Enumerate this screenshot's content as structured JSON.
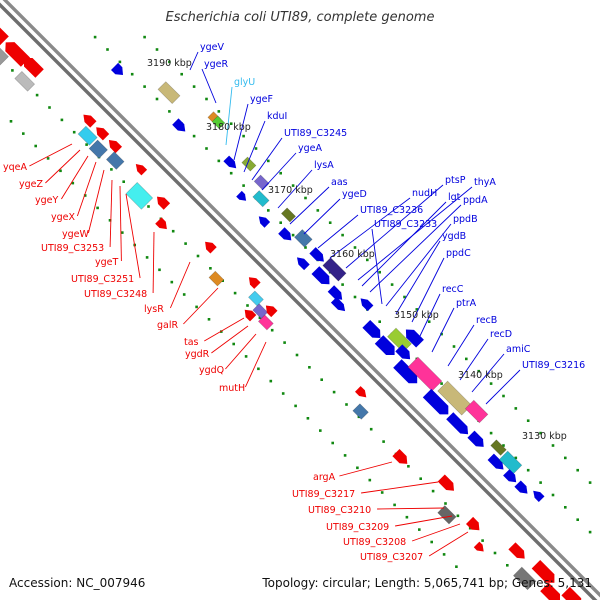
{
  "title": "Escherichia coli UTI89, complete genome",
  "footer": {
    "accession": "Accession: NC_007946",
    "topology": "Topology: circular; Length: 5,065,741 bp; Genes: 5,131"
  },
  "colors": {
    "forward_strand": "#0000dd",
    "reverse_strand": "#ee0000",
    "rna_label": "#33bbee",
    "backbone": "#777777",
    "tick": "#118811"
  },
  "scale_ticks": [
    "3190 kbp",
    "3180 kbp",
    "3170 kbp",
    "3160 kbp",
    "3150 kbp",
    "3140 kbp",
    "3130 kbp"
  ],
  "labels_top": [
    "ygeV",
    "ygeR",
    "glyU",
    "ygeF",
    "kduI",
    "UTI89_C3245",
    "ygeA",
    "lysA",
    "aas",
    "ygeD",
    "UTI89_C3236",
    "nudH",
    "ptsP",
    "thyA",
    "lgt",
    "ppdA",
    "UTI89_C3233",
    "ppdB",
    "ygdB",
    "ppdC",
    "recC",
    "ptrA",
    "recB",
    "recD",
    "amiC",
    "UTI89_C3216"
  ],
  "labels_bottom": [
    "yqeA",
    "ygeZ",
    "ygeY",
    "ygeX",
    "ygeW",
    "UTI89_C3253",
    "ygeT",
    "UTI89_C3251",
    "UTI89_C3248",
    "lysR",
    "galR",
    "tas",
    "ygdR",
    "ygdQ",
    "mutH",
    "argA",
    "UTI89_C3217",
    "UTI89_C3210",
    "UTI89_C3209",
    "UTI89_C3208",
    "UTI89_C3207"
  ]
}
